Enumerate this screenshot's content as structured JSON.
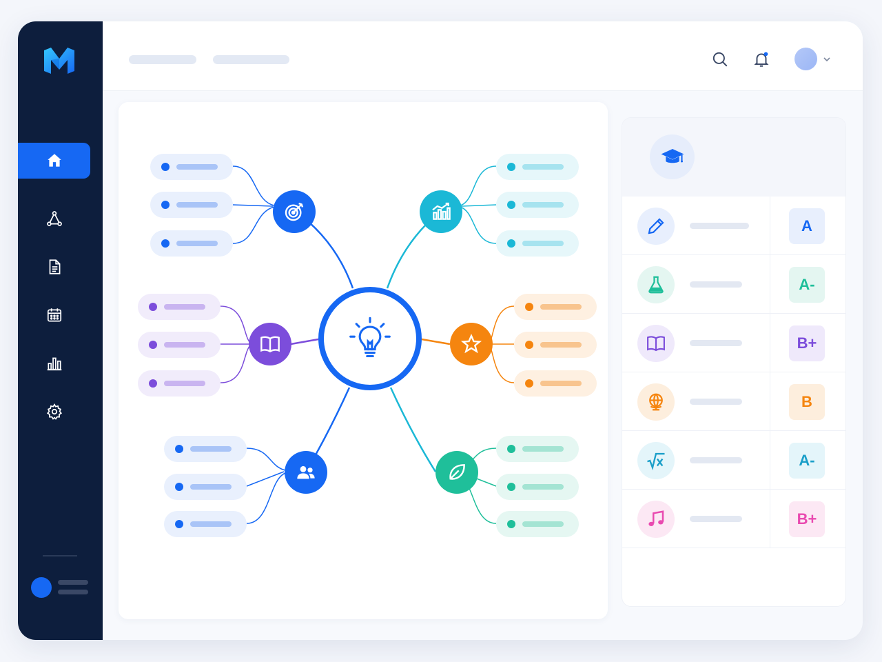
{
  "app": {
    "logo_icon": "m-logo-icon"
  },
  "sidebar": {
    "items": [
      {
        "name": "home",
        "icon": "home-icon",
        "active": true
      },
      {
        "name": "network",
        "icon": "network-icon",
        "active": false
      },
      {
        "name": "documents",
        "icon": "document-icon",
        "active": false
      },
      {
        "name": "calendar",
        "icon": "calendar-icon",
        "active": false
      },
      {
        "name": "analytics",
        "icon": "bar-chart-icon",
        "active": false
      },
      {
        "name": "settings",
        "icon": "gear-icon",
        "active": false
      }
    ]
  },
  "header": {
    "icons": [
      "search-icon",
      "bell-icon",
      "avatar",
      "chevron-down-icon"
    ],
    "has_notification": true
  },
  "mindmap": {
    "center_icon": "lightbulb-icon",
    "branches": [
      {
        "name": "goals",
        "icon": "target-icon",
        "color": "#1668f3"
      },
      {
        "name": "growth",
        "icon": "growth-chart-icon",
        "color": "#1bb8d6"
      },
      {
        "name": "reading",
        "icon": "book-icon",
        "color": "#7c4ddb"
      },
      {
        "name": "achievements",
        "icon": "star-icon",
        "color": "#f5850f"
      },
      {
        "name": "team",
        "icon": "users-icon",
        "color": "#1668f3"
      },
      {
        "name": "nature",
        "icon": "leaf-icon",
        "color": "#1fbf9a"
      }
    ]
  },
  "grades": {
    "header_icon": "graduation-cap-icon",
    "rows": [
      {
        "subject_icon": "pencil-icon",
        "grade": "A",
        "color": "#1668f3"
      },
      {
        "subject_icon": "flask-icon",
        "grade": "A-",
        "color": "#1fbf9a"
      },
      {
        "subject_icon": "book-icon",
        "grade": "B+",
        "color": "#7c4ddb"
      },
      {
        "subject_icon": "globe-icon",
        "grade": "B",
        "color": "#f5850f"
      },
      {
        "subject_icon": "square-root-icon",
        "grade": "A-",
        "color": "#1bb8d6"
      },
      {
        "subject_icon": "music-note-icon",
        "grade": "B+",
        "color": "#e94ab0"
      }
    ]
  }
}
